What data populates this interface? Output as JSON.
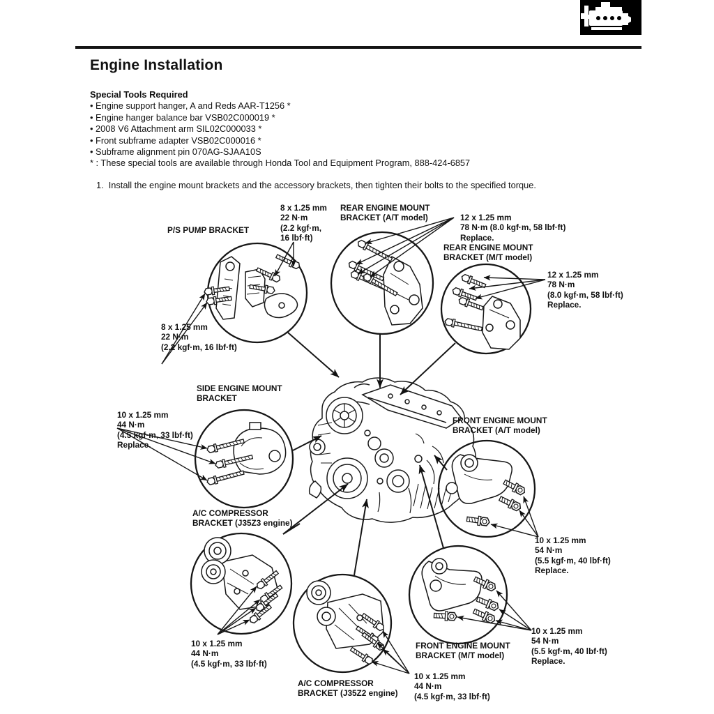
{
  "header": {
    "icon": "engine-icon"
  },
  "page": {
    "title": "Engine Installation"
  },
  "special_tools": {
    "heading": "Special Tools Required",
    "bullet": "•",
    "items": [
      "Engine support hanger, A and Reds AAR-T1256 *",
      "Engine hanger balance bar VSB02C000019 *",
      "2008 V6 Attachment arm SIL02C000033 *",
      "Front subframe adapter VSB02C000016 *",
      "Subframe alignment pin 070AG-SJAA10S"
    ],
    "note": "* : These special tools are available through Honda Tool and Equipment Program, 888-424-6857"
  },
  "step": {
    "number": "1.",
    "text": "Install the engine mount brackets and the accessory brackets, then tighten their bolts to the specified torque."
  },
  "diagram": {
    "labels": [
      {
        "id": "ps-pump-bracket",
        "lines": [
          "P/S PUMP BRACKET"
        ]
      },
      {
        "id": "rear-mount-at",
        "lines": [
          "REAR ENGINE MOUNT",
          "BRACKET (A/T model)"
        ]
      },
      {
        "id": "rear-mount-mt",
        "lines": [
          "REAR ENGINE MOUNT",
          "BRACKET (M/T model)"
        ]
      },
      {
        "id": "side-mount",
        "lines": [
          "SIDE ENGINE MOUNT",
          "BRACKET"
        ]
      },
      {
        "id": "ac-bracket-j35z3",
        "lines": [
          "A/C COMPRESSOR",
          "BRACKET (J35Z3 engine)"
        ]
      },
      {
        "id": "ac-bracket-j35z2",
        "lines": [
          "A/C COMPRESSOR",
          "BRACKET (J35Z2 engine)"
        ]
      },
      {
        "id": "front-mount-at",
        "lines": [
          "FRONT ENGINE MOUNT",
          "BRACKET (A/T model)"
        ]
      },
      {
        "id": "front-mount-mt",
        "lines": [
          "FRONT ENGINE MOUNT",
          "BRACKET (M/T model)"
        ]
      }
    ],
    "specs": [
      {
        "id": "bolt-8mm-top",
        "lines": [
          "8 x 1.25 mm",
          "22 N·m",
          "(2.2 kgf·m,",
          "16 lbf·ft)"
        ]
      },
      {
        "id": "bolt-12mm-at",
        "lines": [
          "12 x 1.25 mm",
          "78 N·m (8.0 kgf·m, 58 lbf·ft)",
          "Replace."
        ]
      },
      {
        "id": "bolt-12mm-mt",
        "lines": [
          "12 x 1.25 mm",
          "78 N·m",
          "(8.0 kgf·m, 58 lbf·ft)",
          "Replace."
        ]
      },
      {
        "id": "bolt-8mm-left",
        "lines": [
          "8 x 1.25 mm",
          "22 N·m",
          "(2.2 kgf·m, 16 lbf·ft)"
        ]
      },
      {
        "id": "bolt-10mm-side",
        "lines": [
          "10 x 1.25 mm",
          "44 N·m",
          "(4.5 kgf·m, 33 lbf·ft)",
          "Replace."
        ]
      },
      {
        "id": "bolt-10mm-j35z3",
        "lines": [
          "10 x 1.25 mm",
          "44 N·m",
          "(4.5 kgf·m, 33 lbf·ft)"
        ]
      },
      {
        "id": "bolt-10mm-j35z2",
        "lines": [
          "10 x 1.25 mm",
          "44 N·m",
          "(4.5 kgf·m, 33 lbf·ft)"
        ]
      },
      {
        "id": "bolt-10mm-front-at",
        "lines": [
          "10 x 1.25 mm",
          "54 N·m",
          "(5.5 kgf·m, 40 lbf·ft)",
          "Replace."
        ]
      },
      {
        "id": "bolt-10mm-front-mt",
        "lines": [
          "10 x 1.25 mm",
          "54 N·m",
          "(5.5 kgf·m, 40 lbf·ft)",
          "Replace."
        ]
      }
    ]
  }
}
